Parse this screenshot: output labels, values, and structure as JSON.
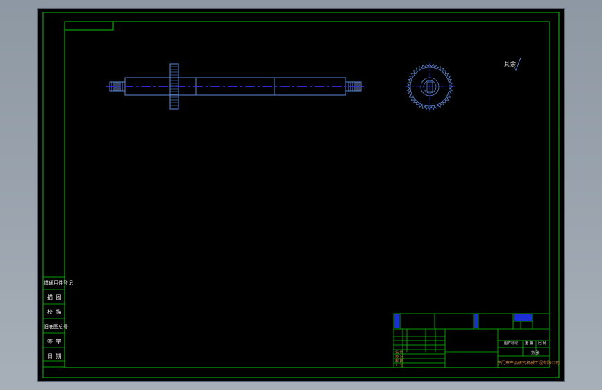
{
  "colors": {
    "background": "#000000",
    "frame": "#00c800",
    "part_outline": "#5a8ad8",
    "centerline": "#2a2ad0",
    "text": "#f0f0f0",
    "title_text": "#d88a3a"
  },
  "notes": {
    "rest": "其余"
  },
  "left_stamp": {
    "rows": [
      "借通用件登记",
      "描 图",
      "校 描",
      "旧底图总号",
      "签 字",
      "日 期"
    ]
  },
  "title_block": {
    "company": "宁门市产品研究机械工程有限公司",
    "design_label": "图样标记",
    "weight_label": "重 量",
    "scale_label": "比 例",
    "sheet_label": "第 张",
    "row_labels": [
      "设 计",
      "校 对",
      "审 核",
      "工 艺"
    ]
  }
}
